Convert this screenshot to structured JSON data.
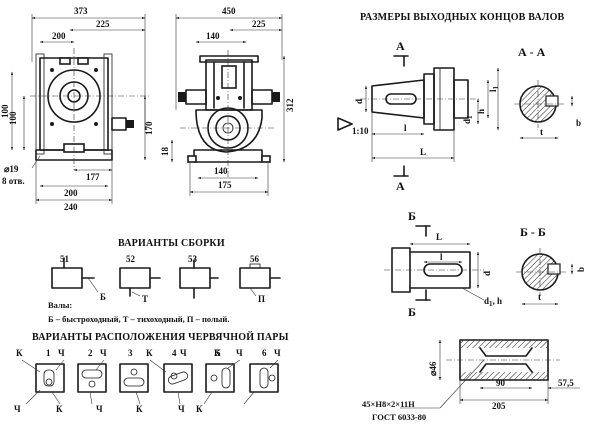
{
  "titles": {
    "output_shaft_ends": "РАЗМЕРЫ ВЫХОДНЫХ КОНЦОВ ВАЛОВ",
    "assembly_variants": "ВАРИАНТЫ СБОРКИ",
    "worm_pair_variants": "ВАРИАНТЫ РАСПОЛОЖЕНИЯ ЧЕРВЯЧНОЙ ПАРЫ"
  },
  "front_view": {
    "dims": {
      "total_width": "373",
      "center_to_right": "225",
      "left_to_center": "200",
      "mount_offset": "177",
      "base_inner": "200",
      "base_outer": "240",
      "height_170": "170",
      "height_100a": "100",
      "height_100b": "100",
      "hole_diameter": "⌀19",
      "hole_count": "8 отв."
    }
  },
  "side_view": {
    "dims": {
      "total_width": "450",
      "right_part": "225",
      "top_140": "140",
      "overall_height": "312",
      "left_18": "18",
      "base_140": "140",
      "base_175": "175"
    }
  },
  "section_aa": {
    "cut_letter_top": "А",
    "cut_letter_bottom": "А",
    "title": "А - А",
    "labels": {
      "d": "d",
      "d1": "d",
      "d1_sub": "1",
      "h": "h",
      "l1": "l",
      "l1_sub": "1",
      "l": "l",
      "L": "L",
      "taper": "1:10",
      "t": "t",
      "b": "b"
    }
  },
  "section_bb": {
    "cut_letter_top": "Б",
    "cut_letter_bottom": "Б",
    "title": "Б - Б",
    "labels": {
      "L": "L",
      "l": "l",
      "d": "d",
      "d1h": "d",
      "d1h_sub": "1",
      "d1h_tail": ", h",
      "t": "t",
      "b": "b"
    }
  },
  "assembly": {
    "variants": [
      {
        "number": "51",
        "letter": "Б"
      },
      {
        "number": "52",
        "letter": "Т"
      },
      {
        "number": "53",
        "letter": ""
      },
      {
        "number": "56",
        "letter": "П"
      }
    ],
    "shafts_label": "Валы:",
    "legend": "Б – быстроходный, Т – тихоходный, П – полый."
  },
  "worm_pairs": {
    "items": [
      {
        "number": "1",
        "k": "К",
        "ch": "Ч"
      },
      {
        "number": "2",
        "k": "К",
        "ch": "Ч"
      },
      {
        "number": "3",
        "k": "К",
        "ch": "Ч"
      },
      {
        "number": "4",
        "k": "К",
        "ch": "Ч"
      },
      {
        "number": "5",
        "k": "К",
        "ch": "Ч"
      },
      {
        "number": "6",
        "k": "К",
        "ch": "Ч"
      }
    ],
    "top_labels": [
      "К",
      "Ч",
      "Ч",
      "К",
      "Ч",
      "Ч",
      "К",
      "Ч"
    ],
    "bottom_labels": [
      "Ч",
      "К",
      "Ч",
      "К",
      "Ч",
      "К"
    ]
  },
  "spline": {
    "dims": {
      "diameter": "⌀46",
      "length_90": "90",
      "length_205": "205",
      "length_57_5": "57,5"
    },
    "designation": "45×Н8×2×11Н",
    "standard": "ГОСТ 6033-80"
  }
}
